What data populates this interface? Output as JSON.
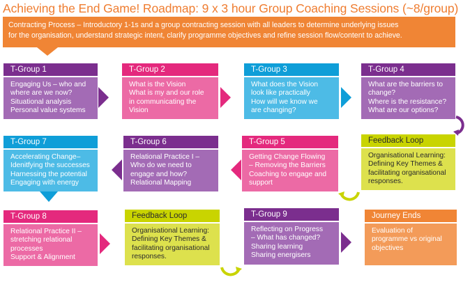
{
  "title": "Achieving the End Game! Roadmap: 9 x 3 hour Group Coaching Sessions (~8/group)",
  "banner": {
    "lines": [
      "Contracting Process – Introductory 1-1s and a group contracting session with all leaders to determine underlying issues",
      "for the organisation, understand strategic intent, clarify programme objectives and refine session flow/content to achieve."
    ],
    "color": "#f08535"
  },
  "colors": {
    "purple": "#7b2e8e",
    "pink": "#e4297d",
    "blue": "#0f9ed8",
    "lime": "#c9d400",
    "orange": "#f08535",
    "title": "#ef7d31"
  },
  "cards": {
    "tg1": {
      "title": "T-Group 1",
      "lines": [
        "Engaging Us – who and",
        "where are we now?",
        "Situational analysis",
        "Personal value systems"
      ]
    },
    "tg2": {
      "title": "T-Group 2",
      "lines": [
        "What is the Vision",
        "What is my and our role",
        "in communicating the",
        "Vision"
      ]
    },
    "tg3": {
      "title": "T-Group 3",
      "lines": [
        "What does the Vision",
        "look like practically",
        "How will we know we",
        "are changing?"
      ]
    },
    "tg4": {
      "title": "T-Group 4",
      "lines": [
        "What are the barriers to",
        "change?",
        "Where is the resistance?",
        "What are our options?"
      ]
    },
    "fb1": {
      "title": "Feedback Loop",
      "lines": [
        "Organisational Learning:",
        "Defining Key Themes &",
        "facilitating organisational",
        "responses."
      ]
    },
    "tg5": {
      "title": "T-Group 5",
      "lines": [
        "Getting Change Flowing",
        "– Removing the Barriers",
        "Coaching to engage and",
        "support"
      ]
    },
    "tg6": {
      "title": "T-Group 6",
      "lines": [
        "Relational Practice I –",
        "Who do we need to",
        "engage and how?",
        "Relational Mapping"
      ]
    },
    "tg7": {
      "title": "T-Group 7",
      "lines": [
        "Accelerating Change–",
        "Idenitfying the successes",
        "Harnessing the potential",
        "Engaging with energy"
      ]
    },
    "tg8": {
      "title": "T-Group 8",
      "lines": [
        "Relational Practice II –",
        "stretching relational",
        "processes",
        "Support & Alignment"
      ]
    },
    "fb2": {
      "title": "Feedback Loop",
      "lines": [
        "Organisational Learning:",
        "Defining Key Themes &",
        "facilitating organisational",
        "responses."
      ]
    },
    "tg9": {
      "title": "T-Group 9",
      "lines": [
        "Reflecting on Progress",
        "– What has changed?",
        "Sharing learning",
        "Sharing energisers"
      ]
    },
    "end": {
      "title": "Journey Ends",
      "lines": [
        "Evaluation of",
        "programme vs original",
        "objectives"
      ]
    }
  }
}
